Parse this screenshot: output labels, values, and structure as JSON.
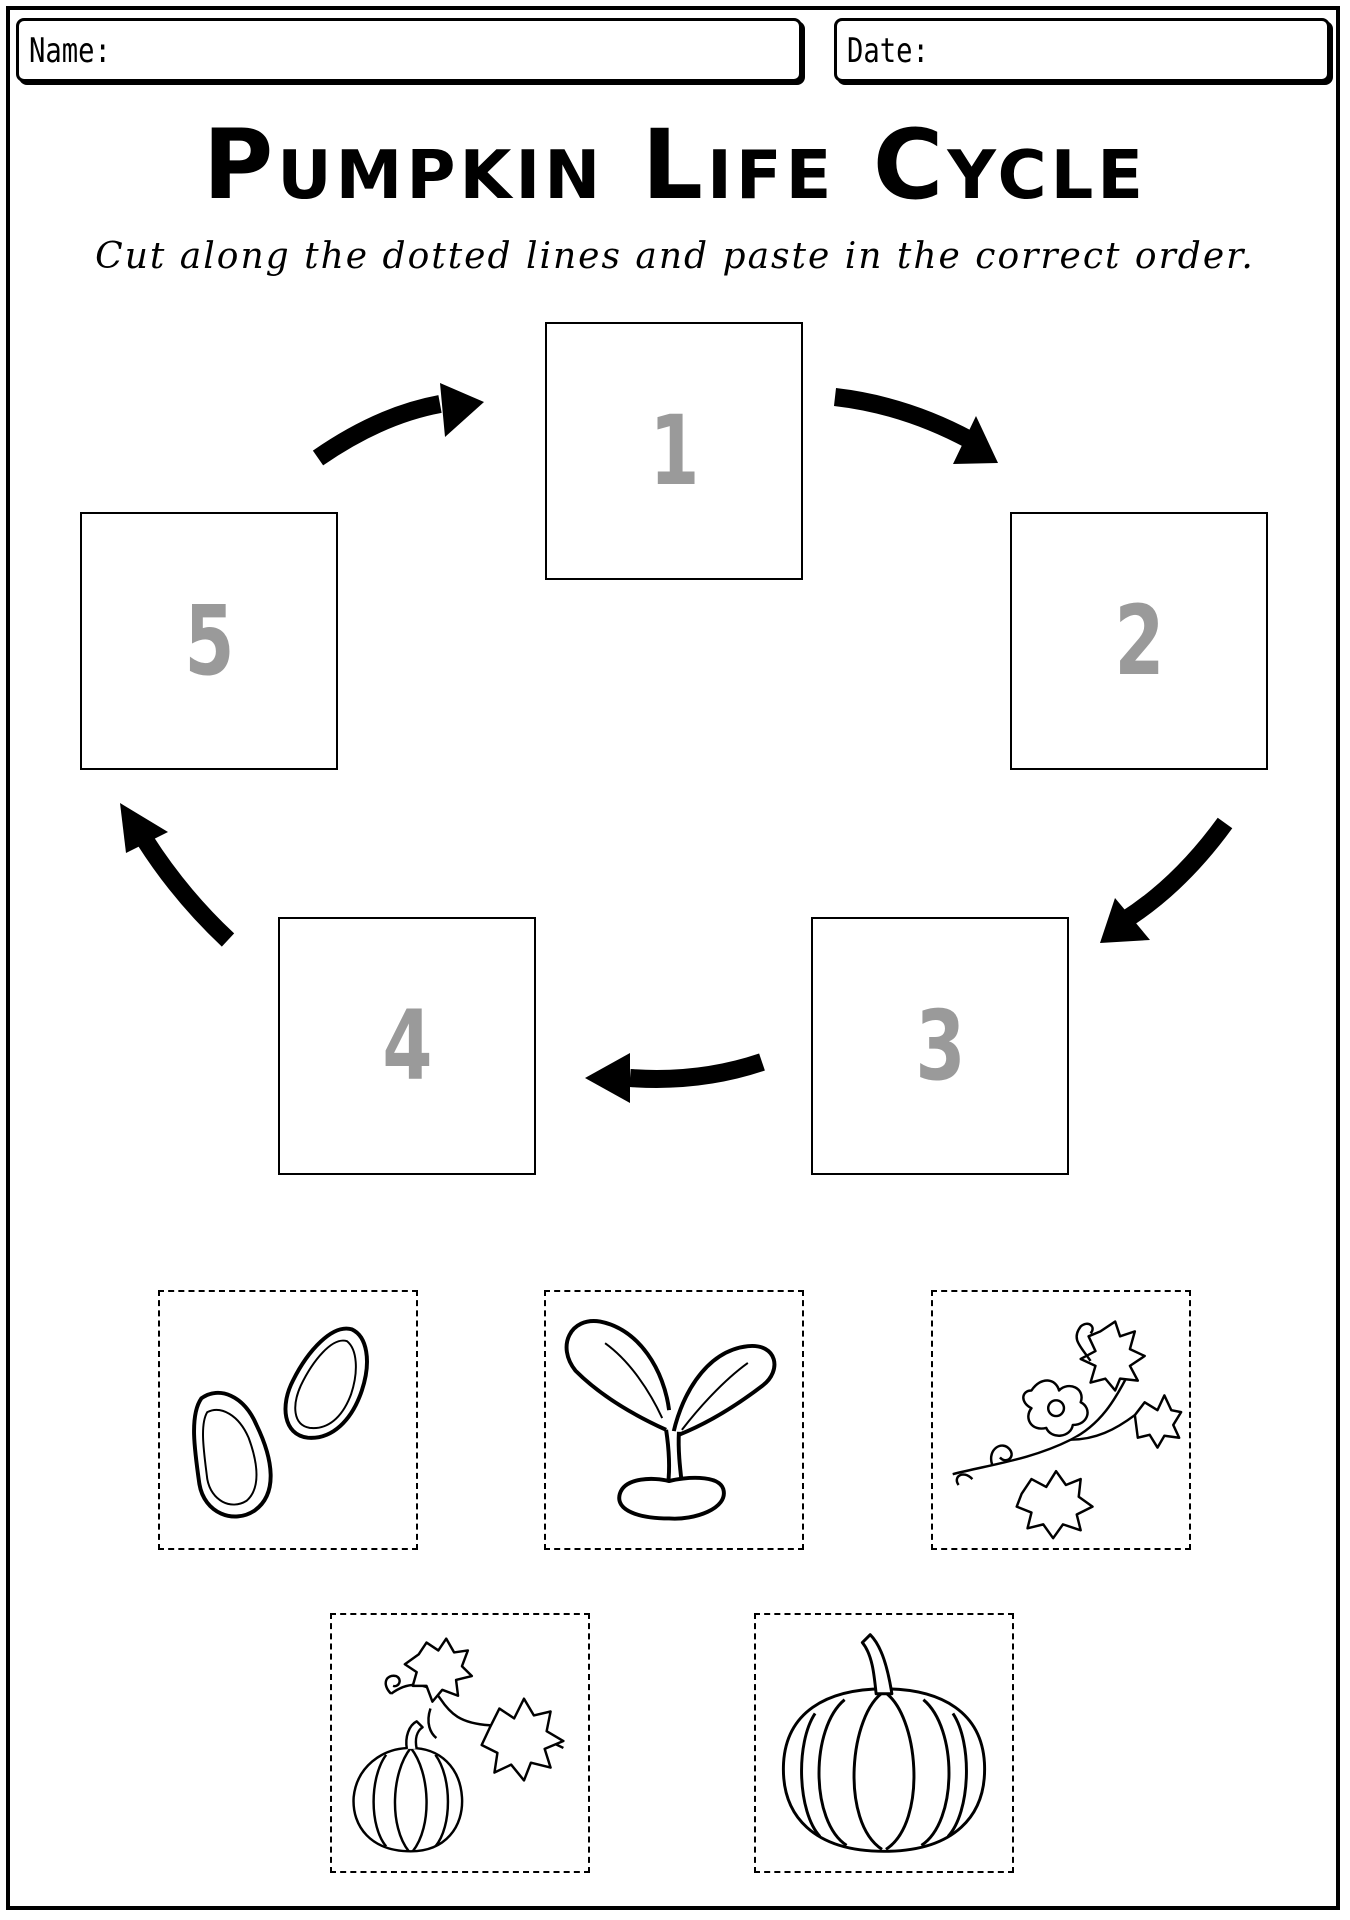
{
  "header": {
    "name_label": "Name:",
    "date_label": "Date:"
  },
  "title": "Pumpkin Life Cycle",
  "subtitle": "Cut along the dotted lines and paste in the correct order.",
  "cycle_boxes": [
    "1",
    "2",
    "3",
    "4",
    "5"
  ],
  "cutouts": {
    "seeds": "seeds-icon",
    "sprout": "sprout-icon",
    "flowering_vine": "flowering-vine-icon",
    "young_pumpkin": "young-pumpkin-vine-icon",
    "pumpkin": "pumpkin-icon"
  },
  "colors": {
    "number_gray": "#9a9a9a",
    "ink": "#000000"
  }
}
